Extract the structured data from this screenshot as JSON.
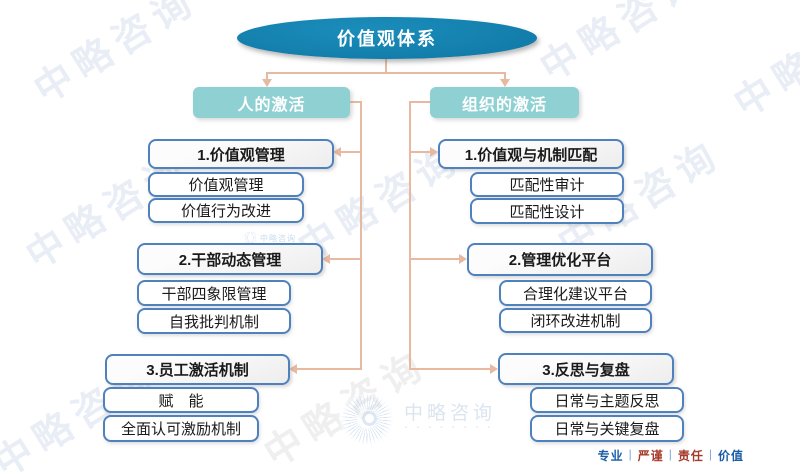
{
  "title": "价值观体系",
  "branches": [
    {
      "label": "人的激活",
      "groups": [
        {
          "header": "1.价值观管理",
          "items": [
            "价值观管理",
            "价值行为改进"
          ]
        },
        {
          "header": "2.干部动态管理",
          "items": [
            "干部四象限管理",
            "自我批判机制"
          ]
        },
        {
          "header": "3.员工激活机制",
          "items": [
            "赋　能",
            "全面认可激励机制"
          ]
        }
      ]
    },
    {
      "label": "组织的激活",
      "groups": [
        {
          "header": "1.价值观与机制匹配",
          "items": [
            "匹配性审计",
            "匹配性设计"
          ]
        },
        {
          "header": "2.管理优化平台",
          "items": [
            "合理化建议平台",
            "闭环改进机制"
          ]
        },
        {
          "header": "3.反思与复盘",
          "items": [
            "日常与主题反思",
            "日常与关键复盘"
          ]
        }
      ]
    }
  ],
  "watermark": {
    "text": "中略咨询"
  },
  "logo": {
    "name": "中略咨询",
    "tagline_glyphs": "▪ ▪ ▪ ▪ ▪ ▪ ▪ ▪"
  },
  "footer": {
    "separator": "|",
    "values": [
      {
        "text": "专业",
        "color": "#1A5DA6"
      },
      {
        "text": "严谨",
        "color": "#A63A2A"
      },
      {
        "text": "责任",
        "color": "#A63A2A"
      },
      {
        "text": "价值",
        "color": "#1A5DA6"
      }
    ]
  },
  "colors": {
    "root_fill": "#1481AF",
    "branch_fill": "#8FD0D2",
    "box_border": "#4F81BD",
    "connector": "#E7B9A1"
  }
}
